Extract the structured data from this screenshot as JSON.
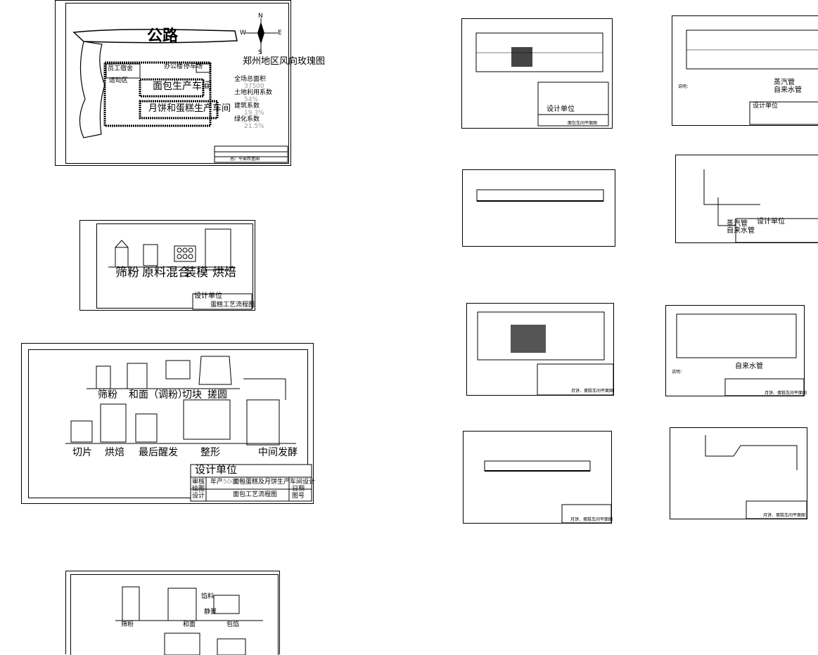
{
  "site_plan": {
    "road": "公路",
    "wind_title": "郑州地区风向玫瑰图",
    "compass": {
      "n": "N",
      "w": "W",
      "e": "E",
      "s": "S"
    },
    "buildings": {
      "staff": "员工宿舍",
      "sports": "运动区",
      "office": "办公楼",
      "parking": "停车场",
      "bread": "面包生产车间",
      "mooncake": "月饼和蛋糕生产车间"
    },
    "stats": [
      {
        "label": "全场总面积",
        "value": "37500"
      },
      {
        "label": "土地利用系数",
        "value": "54%"
      },
      {
        "label": "建筑系数",
        "value": "19.3%"
      },
      {
        "label": "绿化系数",
        "value": "21.5%"
      }
    ],
    "title_block": "总厂平面布置图"
  },
  "cake_process": {
    "steps": [
      "筛粉",
      "原料混合",
      "装模",
      "烘焙"
    ],
    "unit": "设计单位",
    "title": "蛋糕工艺流程图"
  },
  "bread_process": {
    "top": [
      "筛粉",
      "和面（调粉）",
      "切块",
      "搓圆"
    ],
    "bottom": [
      "切片",
      "烘焙",
      "最后醒发",
      "整形",
      "中间发酵"
    ],
    "unit": "设计单位",
    "project_prefix": "年产",
    "project_value": "5000吨",
    "project_suffix": "面包蛋糕及月饼生产车间设计",
    "title": "面包工艺流程图",
    "fields": {
      "audit": "审核",
      "draw": "绘图",
      "design": "设计",
      "date": "日期",
      "no": "图号"
    }
  },
  "mooncake_process": {
    "steps": [
      "筛粉",
      "和面",
      "馅料",
      "静置",
      "包馅"
    ]
  },
  "sheets": {
    "unit": "设计单位",
    "bread_plan_title": "面包车间平面图",
    "pipe_steam": "蒸汽管",
    "pipe_water": "自来水管",
    "legend_title": "说明：",
    "mooncake_plan_title": "月饼、蛋糕车间平面图"
  }
}
